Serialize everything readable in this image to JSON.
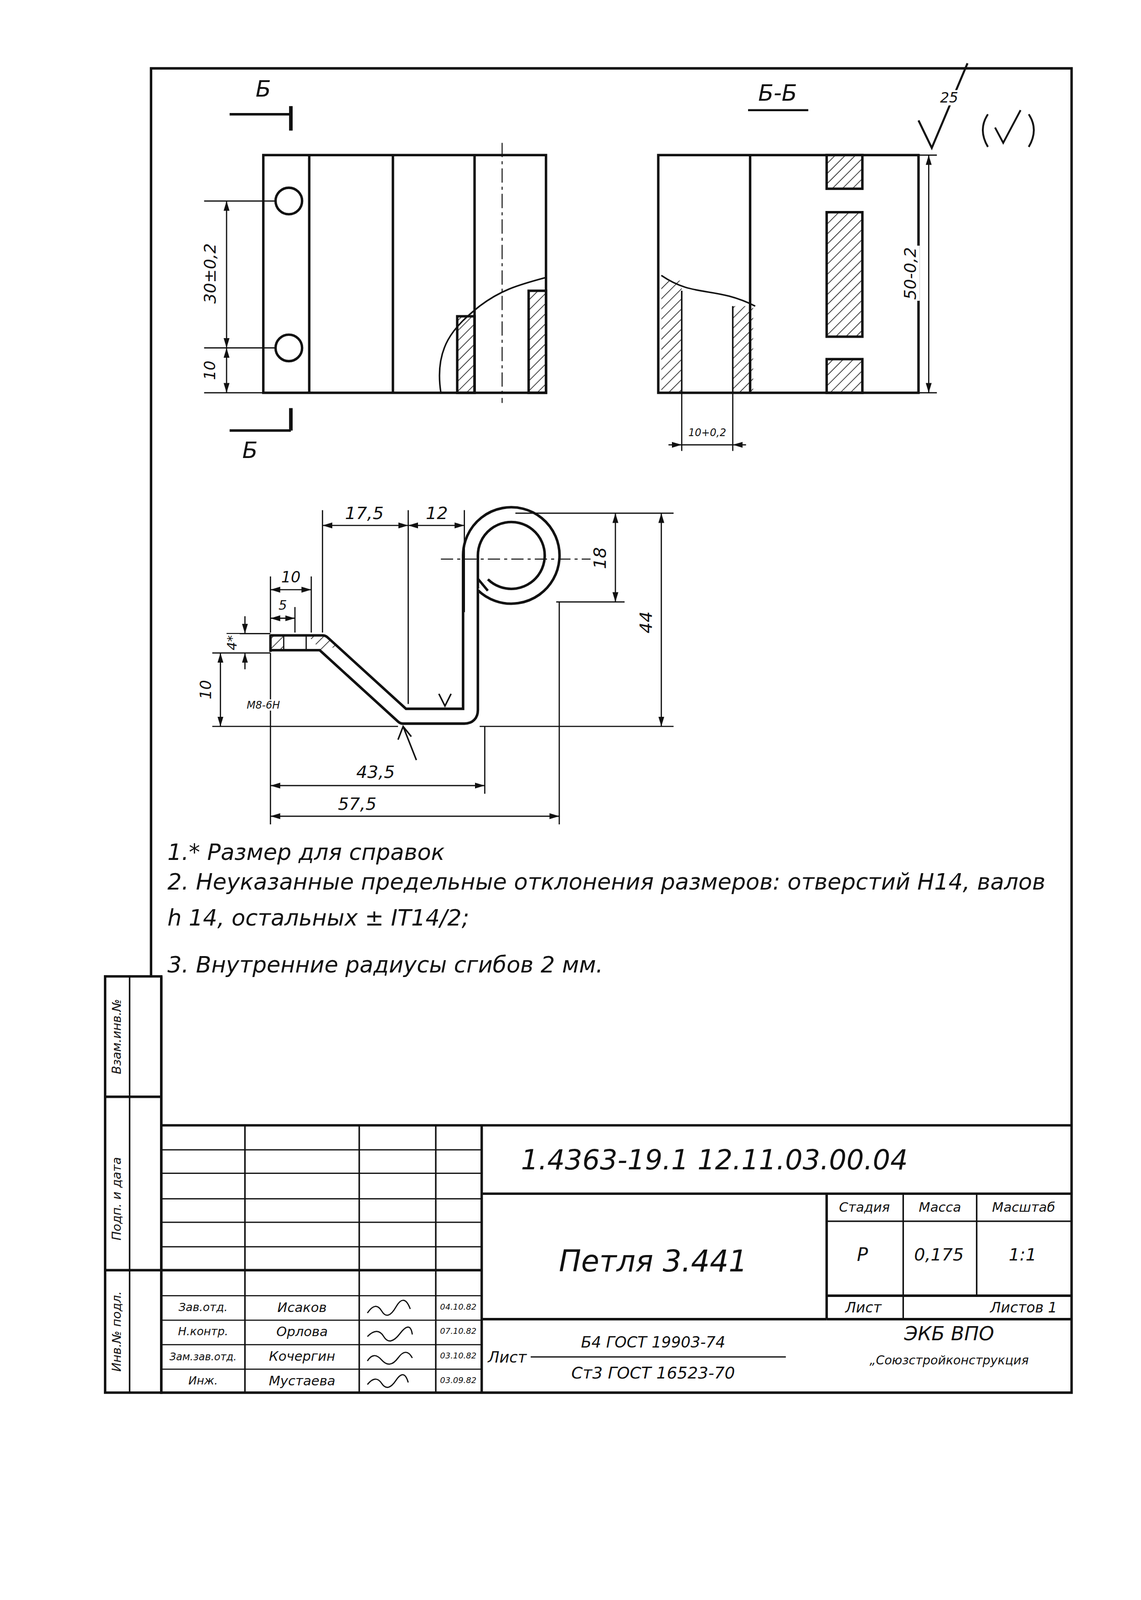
{
  "diagram": {
    "labels": [
      "Б",
      "Б",
      "Б-Б",
      "25",
      "30±0,2",
      "10",
      "50-0,2",
      "10+0,2",
      "17,5",
      "12",
      "18",
      "44",
      "10",
      "5",
      "4*",
      "10",
      "М8-6Н",
      "43,5",
      "57,5",
      "1.* Размер для справок",
      "2. Неуказанные предельные отклонения размеров: отверстий Н14, валов h 14, остальных ± IT14/2;",
      "3. Внутренние радиусы сгибов 2 мм.",
      "1.4363-19.1 12.11.03.00.04",
      "Петля 3.441",
      "Стадия",
      "Масса",
      "Масштаб",
      "Р",
      "0,175",
      "1:1",
      "Лист",
      "Листов 1",
      "ЭКБ ВПО",
      "„Союзстройконструкция",
      "Лист",
      "Б4 ГОСТ 19903-74",
      "Ст3 ГОСТ 16523-70",
      "Зав.отд.",
      "Исаков",
      "04.10.82",
      "Н.контр.",
      "Орлова",
      "07.10.82",
      "Зам.зав.отд.",
      "Кочергин",
      "03.10.82",
      "Инж.",
      "Мустаева",
      "03.09.82",
      "Взам.инв.№",
      "Подп. и дата",
      "Инв.№ подл."
    ]
  }
}
